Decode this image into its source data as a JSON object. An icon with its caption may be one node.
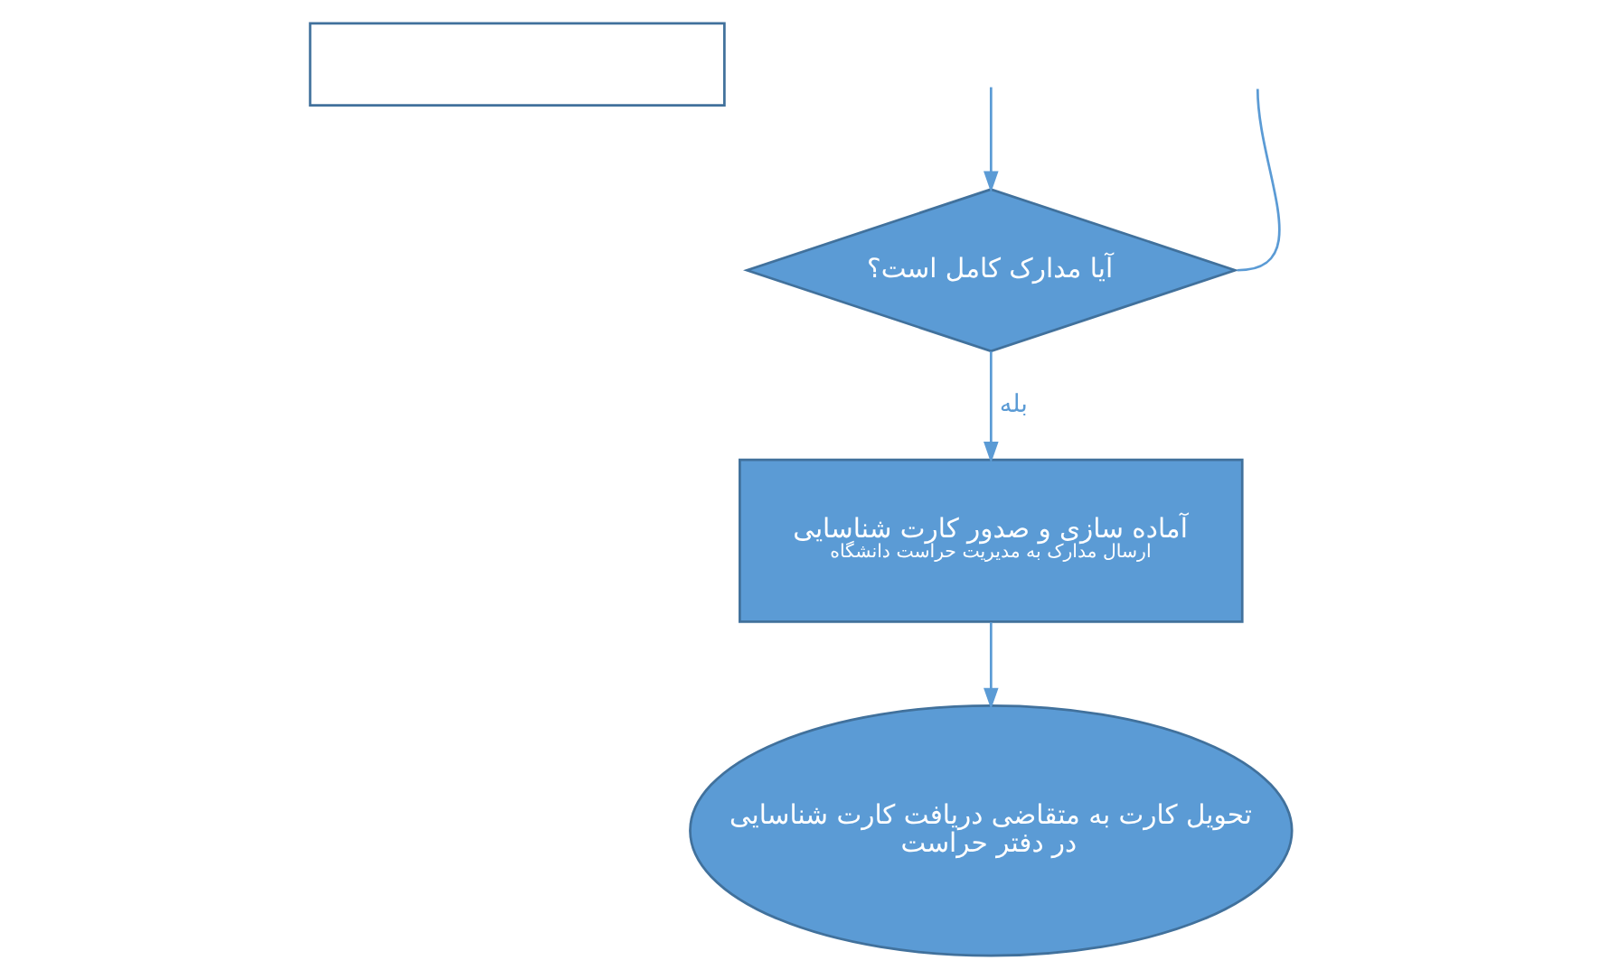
{
  "diagram": {
    "nodes": [
      {
        "text": [],
        "shape": "box"
      },
      {
        "text": [
          "آیا مدارک کامل است؟"
        ]
      },
      {
        "text": [
          "آماده سازی و صدور کارت شناسایی",
          "ارسال مدارک به مدیریت حراست دانشگاه"
        ]
      },
      {
        "text": [
          "تحویل کارت به متقاضی دریافت کارت شناسایی در دفتر حراست"
        ]
      }
    ],
    "edges": [
      {
        "from": 1,
        "to": null,
        "arrow": "none"
      },
      {
        "from": null,
        "to": 1,
        "arrow": "to"
      },
      {
        "from": 1,
        "to": 2,
        "arrow": "to",
        "label": "بله"
      },
      {
        "from": 2,
        "to": 3,
        "arrow": "to"
      }
    ]
  }
}
